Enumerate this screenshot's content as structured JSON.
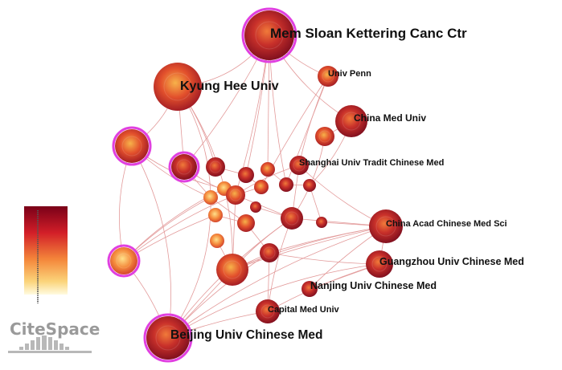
{
  "app": {
    "brand": "CiteSpace"
  },
  "colors": {
    "ring": "#e040e0",
    "edge": "#d77070",
    "node_dark": "#8a1020",
    "node_mid": "#d23a2a",
    "node_light": "#f5c56a",
    "legend_top": "#7a0018",
    "legend_bottom": "#fffbe0"
  },
  "legend": {
    "type": "time-color-gradient"
  },
  "institutions": [
    {
      "id": "msk",
      "label": "Mem Sloan Kettering Canc Ctr",
      "size": "large",
      "ring": true,
      "tone": "dark"
    },
    {
      "id": "khu",
      "label": "Kyung Hee Univ",
      "size": "large",
      "ring": false,
      "tone": "mid"
    },
    {
      "id": "upenn",
      "label": "Univ Penn",
      "size": "small",
      "ring": false,
      "tone": "mid"
    },
    {
      "id": "cmu",
      "label": "China Med Univ",
      "size": "medium",
      "ring": false,
      "tone": "dark"
    },
    {
      "id": "shutcm",
      "label": "Shanghai Univ Tradit Chinese Med",
      "size": "small",
      "ring": false,
      "tone": "dark"
    },
    {
      "id": "cacms",
      "label": "China Acad Chinese Med Sci",
      "size": "medium",
      "ring": false,
      "tone": "dark"
    },
    {
      "id": "gzucm",
      "label": "Guangzhou Univ Chinese Med",
      "size": "medium",
      "ring": false,
      "tone": "dark"
    },
    {
      "id": "njucm",
      "label": "Nanjing Univ Chinese Med",
      "size": "tiny",
      "ring": false,
      "tone": "dark"
    },
    {
      "id": "ccmu",
      "label": "Capital Med Univ",
      "size": "small",
      "ring": false,
      "tone": "dark"
    },
    {
      "id": "bucm",
      "label": "Beijing Univ Chinese Med",
      "size": "large",
      "ring": true,
      "tone": "dark"
    }
  ]
}
